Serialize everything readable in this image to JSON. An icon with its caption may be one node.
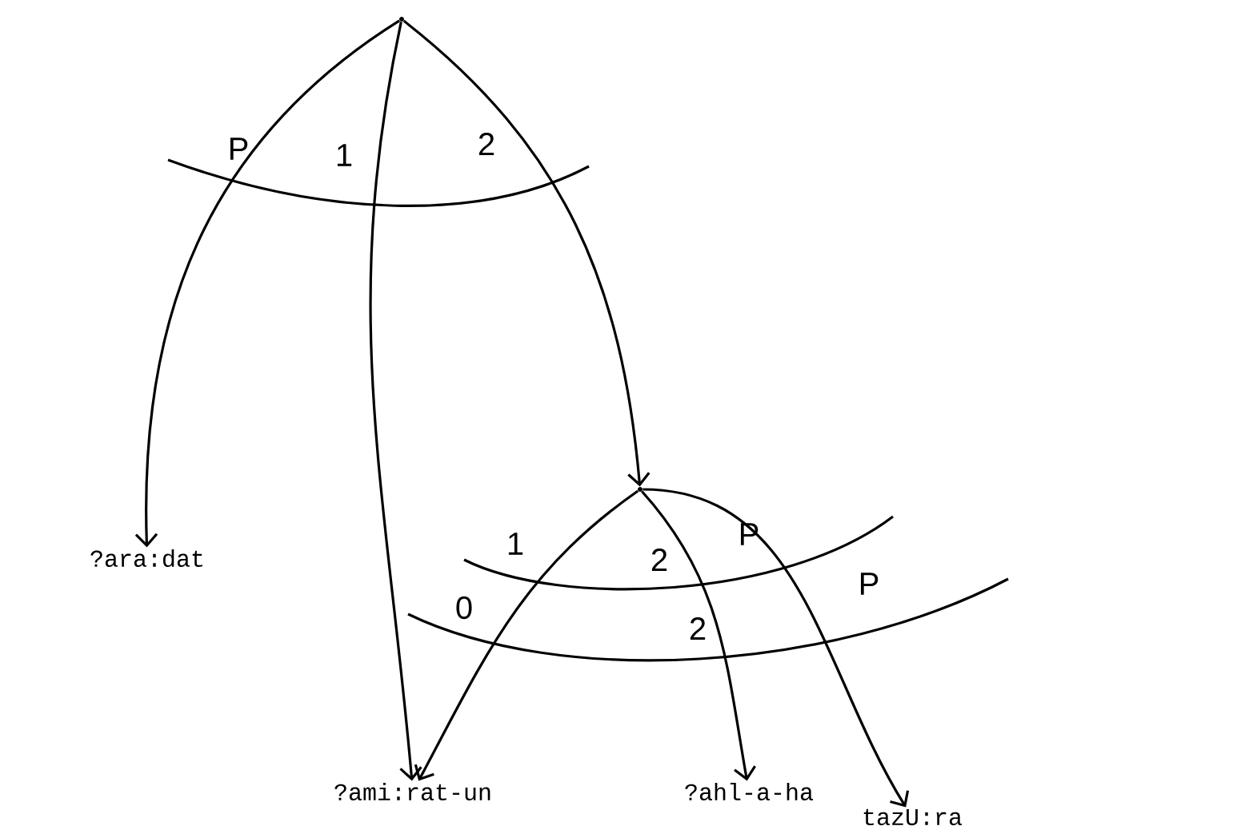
{
  "diagram": {
    "nodes": [
      {
        "text": [],
        "shape": "dot"
      },
      {
        "text": [
          "?ara:dat"
        ]
      },
      {
        "text": [],
        "shape": "dot"
      },
      {
        "text": [
          "?ami:rat-un"
        ]
      },
      {
        "text": [
          "?ahl-a-ha"
        ]
      },
      {
        "text": [
          "tazU:ra"
        ]
      }
    ],
    "edges": [
      {
        "from": 0,
        "to": 1,
        "arrow": "to",
        "label": "P"
      },
      {
        "from": 0,
        "to": 3,
        "arrow": "to",
        "label": "1"
      },
      {
        "from": 0,
        "to": 2,
        "arrow": "to",
        "label": "2"
      },
      {
        "from": 2,
        "to": 3,
        "arrow": "to",
        "label": "1"
      },
      {
        "from": 2,
        "to": 4,
        "arrow": "to",
        "label": "2"
      },
      {
        "from": 2,
        "to": 5,
        "arrow": "to",
        "label": "P"
      }
    ],
    "labels": [
      "P",
      "0",
      "2"
    ]
  }
}
